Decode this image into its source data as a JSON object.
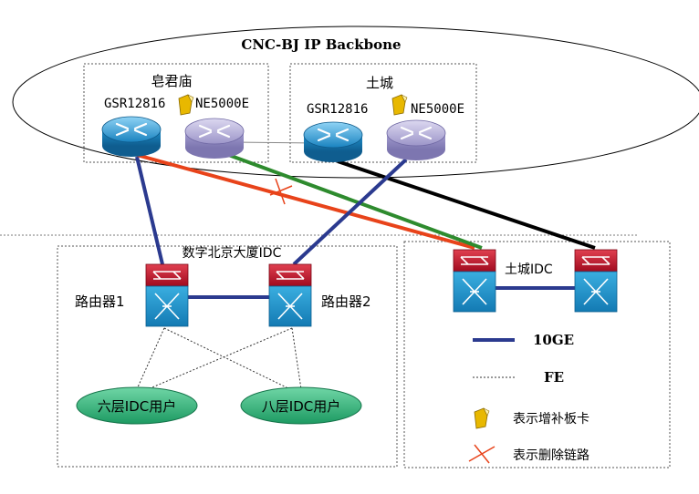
{
  "backbone": {
    "title": "CNC-BJ IP Backbone"
  },
  "sites": {
    "zaojunmiao": {
      "name": "皂君庙",
      "router_a": "GSR12816",
      "router_b": "NE5000E"
    },
    "tucheng": {
      "name": "土城",
      "router_a": "GSR12816",
      "router_b": "NE5000E"
    }
  },
  "idc_digital": {
    "name": "数字北京大厦IDC",
    "router1": "路由器1",
    "router2": "路由器2",
    "user_floor6": "六层IDC用户",
    "user_floor8": "八层IDC用户"
  },
  "idc_tucheng": {
    "name": "土城IDC"
  },
  "legend": {
    "ge10": "10GE",
    "fe": "FE",
    "card": "表示增补板卡",
    "deleted": "表示删除链路"
  },
  "colors": {
    "ge10_link": "#2b3a8f",
    "red_link": "#e8431a",
    "green_link": "#2e8b2e",
    "black_link": "#000000",
    "router_blue": "#2a9fd6",
    "router_purple": "#a9a3d0",
    "switch_red": "#c8102e",
    "switch_blue": "#1f8fc8",
    "user_green": "#2ab37a",
    "card_yellow": "#e8b800"
  }
}
